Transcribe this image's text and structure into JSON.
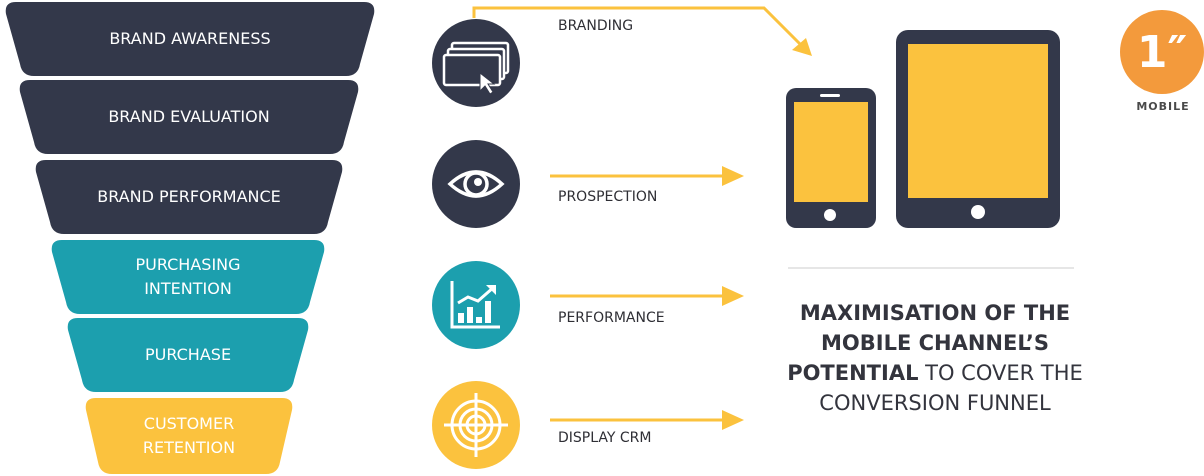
{
  "funnel": {
    "layers": [
      {
        "label": "BRAND AWARENESS",
        "color": "#33384a"
      },
      {
        "label": "BRAND EVALUATION",
        "color": "#33384a"
      },
      {
        "label": "BRAND PERFORMANCE",
        "color": "#33384a"
      },
      {
        "label": "PURCHASING\nINTENTION",
        "color": "#1c9fae"
      },
      {
        "label": "PURCHASE",
        "color": "#1c9fae"
      },
      {
        "label": "CUSTOMER\nRETENTION",
        "color": "#fbc23e"
      }
    ]
  },
  "channels": [
    {
      "label": "BRANDING",
      "icon": "browser-windows-icon",
      "circle_color": "#33384a"
    },
    {
      "label": "PROSPECTION",
      "icon": "eye-icon",
      "circle_color": "#33384a"
    },
    {
      "label": "PERFORMANCE",
      "icon": "growth-chart-icon",
      "circle_color": "#1c9fae"
    },
    {
      "label": "DISPLAY CRM",
      "icon": "target-icon",
      "circle_color": "#fbc23e"
    }
  ],
  "devices": {
    "phone_icon": "smartphone-icon",
    "tablet_icon": "tablet-icon",
    "screen_color": "#fbc23e",
    "body_color": "#33384a"
  },
  "headline": {
    "bold": "MAXIMISATION OF THE MOBILE CHANNEL’S POTENTIAL",
    "regular": "TO COVER THE CONVERSION FUNNEL"
  },
  "brand": {
    "mark": "1″",
    "word": "MOBILE",
    "color": "#f39a3c"
  },
  "colors": {
    "arrow": "#fbc23e",
    "divider": "#cccccc"
  }
}
